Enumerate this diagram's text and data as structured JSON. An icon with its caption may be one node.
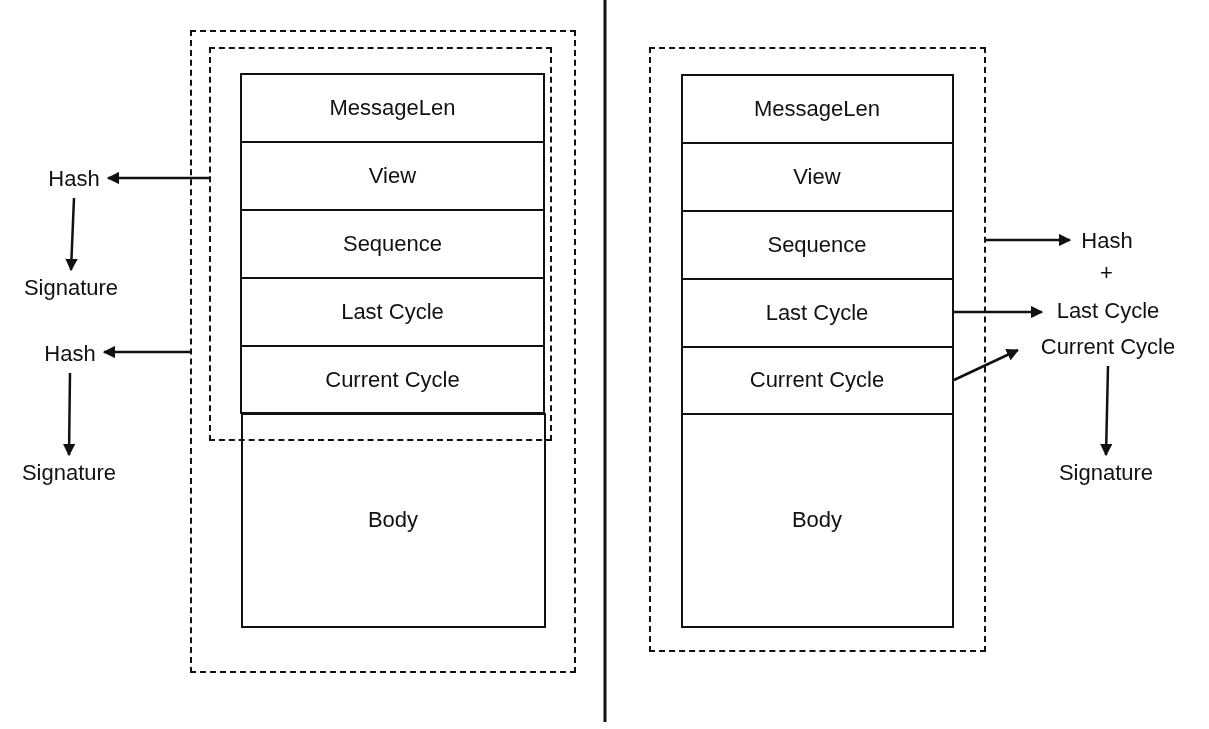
{
  "diagram": {
    "nodes": [
      {
        "text": [],
        "shape": "box"
      },
      {
        "text": [],
        "shape": "box",
        "in": 0
      },
      {
        "text": [
          "MessageLen"
        ],
        "in": 1
      },
      {
        "text": [
          "View"
        ],
        "in": 1
      },
      {
        "text": [
          "Sequence"
        ],
        "in": 1
      },
      {
        "text": [
          "Last Cycle"
        ],
        "in": 1
      },
      {
        "text": [
          "Current Cycle"
        ],
        "in": 1
      },
      {
        "text": [
          "Body"
        ],
        "in": 0
      },
      {
        "text": [
          "Hash"
        ]
      },
      {
        "text": [
          "Signature"
        ]
      },
      {
        "text": [
          "Hash"
        ]
      },
      {
        "text": [
          "Signature"
        ]
      },
      {
        "text": [],
        "shape": "box"
      },
      {
        "text": [
          "MessageLen"
        ],
        "in": 12
      },
      {
        "text": [
          "View"
        ],
        "in": 12
      },
      {
        "text": [
          "Sequence"
        ],
        "in": 12
      },
      {
        "text": [
          "Last Cycle"
        ],
        "in": 12
      },
      {
        "text": [
          "Current Cycle"
        ],
        "in": 12
      },
      {
        "text": [
          "Body"
        ],
        "in": 12
      },
      {
        "text": [
          "Hash"
        ]
      },
      {
        "text": [
          "Last Cycle"
        ]
      },
      {
        "text": [
          "Current Cycle"
        ]
      },
      {
        "text": [
          "Signature"
        ]
      }
    ],
    "edges": [
      {
        "from": 1,
        "to": 8,
        "arrow": "to"
      },
      {
        "from": 8,
        "to": 9,
        "arrow": "to"
      },
      {
        "from": 0,
        "to": 10,
        "arrow": "to"
      },
      {
        "from": 10,
        "to": 11,
        "arrow": "to"
      },
      {
        "from": 12,
        "to": 19,
        "arrow": "to"
      },
      {
        "from": 16,
        "to": 20,
        "arrow": "to"
      },
      {
        "from": 17,
        "to": 21,
        "arrow": "to"
      },
      {
        "from": 21,
        "to": 22,
        "arrow": "to"
      }
    ],
    "labels": [
      "+"
    ]
  }
}
